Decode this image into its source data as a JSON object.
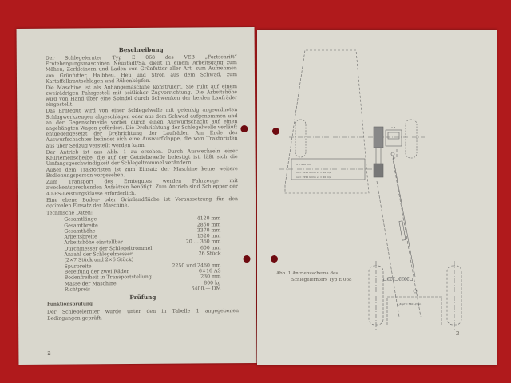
{
  "left_page": {
    "heading": "Beschreibung",
    "paragraphs": [
      "Der Schlegelernter Typ E 068 des VEB „Fortschritt“ Erntebergungsmaschinen Neustadt/Sa. dient in einem Arbeitsgang zum Mähen, Zerkleinern und Laden von Grünfutter aller Art, zum Aufnehmen von Grünfutter, Halbheu, Heu und Stroh aus dem Schwad, zum Kartoffelkrautschlagen und Rübenköpfen.",
      "Die Maschine ist als Anhängemaschine konstruiert. Sie ruht auf einem zweirädrigen Fahrgestell mit seitlicher Zugvorrichtung. Die Arbeitshöhe wird von Hand über eine Spindel durch Schwenken der beiden Laufräder eingestellt.",
      "Das Erntegut wird von einer Schlegelwelle mit gelenkig angeordneten Schlagwerkzeugen abgeschlagen oder aus dem Schwad aufgenommen und an der Gegenschneide vorbei durch einen Auswurfschacht auf einen angehängten Wagen gefördert. Die Drehrichtung der Schlegelwelle verläuft entgegengesetzt der Drehrichtung der Laufräder. Am Ende des Auswurfschachtes befindet sich eine Auswurfklappe, die vom Traktoristen aus über Seilzug verstellt werden kann.",
      "Der Antrieb ist aus Abb. 1 zu ersehen. Durch Auswechseln einer Keilriemenscheibe, die auf der Getriebewelle befestigt ist, läßt sich die Umfangsgeschwindigkeit der Schlegeltrommel verändern.",
      "Außer dem Traktoristen ist zum Einsatz der Maschine keine weitere Bedienungsperson vorgesehen.",
      "Zum Transport des Erntegutes werden Fahrzeuge mit zweckentsprechenden Aufsätzen benötigt. Zum Antrieb sind Schlepper der 40-PS-Leistungsklasse erforderlich.",
      "Eine ebene Boden- oder Grünlandfläche ist Voraussetzung für den optimalen Einsatz der Maschine."
    ],
    "tech_label": "Technische Daten:",
    "tech_data": [
      {
        "label": "Gesamtlänge",
        "value": "4120 mm"
      },
      {
        "label": "Gesamtbreite",
        "value": "2860 mm"
      },
      {
        "label": "Gesamthöhe",
        "value": "3370 mm"
      },
      {
        "label": "Arbeitsbreite",
        "value": "1520 mm"
      },
      {
        "label": "Arbeitshöhe einstellbar",
        "value": "20 … 360 mm"
      },
      {
        "label": "Durchmesser der Schlegeltrommel",
        "value": "600 mm"
      },
      {
        "label": "Anzahl der Schlegelmesser",
        "value": "26 Stück"
      },
      {
        "label": "(2×7 Stück und 2×6 Stück)",
        "value": ""
      },
      {
        "label": "Spurbreite",
        "value": "2250 und 2460 mm"
      },
      {
        "label": "Bereifung der zwei Räder",
        "value": "6×16 AS"
      },
      {
        "label": "Bodenfreiheit in Transportstellung",
        "value": "230 mm"
      },
      {
        "label": "Masse der Maschine",
        "value": "800 kg"
      },
      {
        "label": "Richtpreis",
        "value": "6400,— DM"
      }
    ],
    "heading2": "Prüfung",
    "subheading": "Funktionsprüfung",
    "para_last": "Der Schlegelernter wurde unter den in Tabelle 1 angegebenen Bedingungen geprüft.",
    "page_number": "2"
  },
  "right_page": {
    "caption_line1": "Abb. 1  Antriebsschema des",
    "caption_line2": "Schlegelernters Typ E 068",
    "page_number": "3",
    "diagram_labels": {
      "drum_d": "d = 600 mm",
      "drum_n1": "n₁ = 1850 U/min   v₁ = 58 m/s",
      "drum_n2": "n₂ = 1550 U/min   v₂ = 50 m/s",
      "gear_i": "i = 3",
      "pto": "n_Zapf = 540 U/min"
    }
  },
  "colors": {
    "background": "#b01a1c",
    "paper": "#d9d7cd",
    "ink": "#5b574f",
    "punch_hole": "#6e0a10"
  }
}
